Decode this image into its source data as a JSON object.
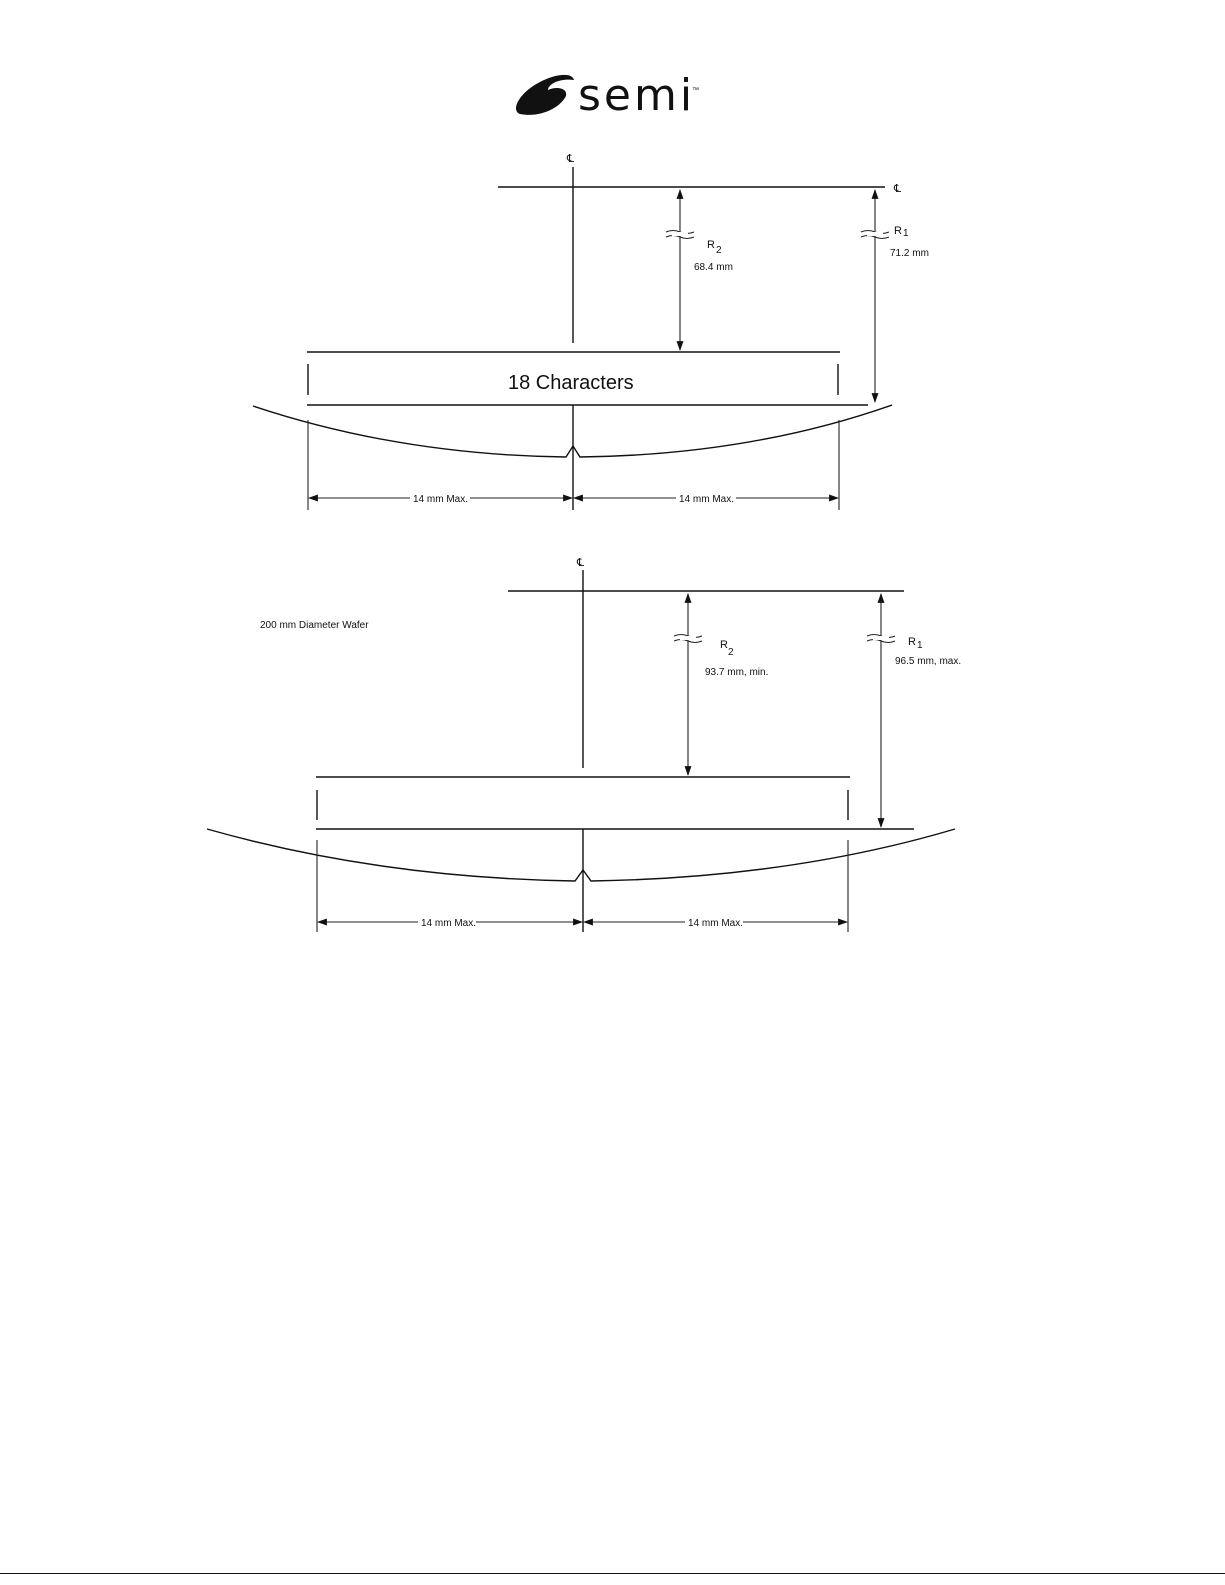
{
  "logo": {
    "text": "semi",
    "trademark": "™"
  },
  "figure1": {
    "centerline": "℄",
    "centerline_right": "℄",
    "r2_label": "R",
    "r2_sub": "2",
    "r2_value": "68.4 mm",
    "r1_label": "R",
    "r1_sub": "1",
    "r1_value": "71.2 mm",
    "field_label": "18 Characters",
    "dim_left": "14 mm Max.",
    "dim_right": "14 mm Max."
  },
  "figure2": {
    "caption": "200 mm Diameter Wafer",
    "centerline": "℄",
    "r2_label": "R",
    "r2_sub": "2",
    "r2_value": "93.7 mm, min.",
    "r1_label": "R",
    "r1_sub": "1",
    "r1_value": "96.5 mm, max.",
    "dim_left": "14 mm Max.",
    "dim_right": "14 mm Max."
  }
}
